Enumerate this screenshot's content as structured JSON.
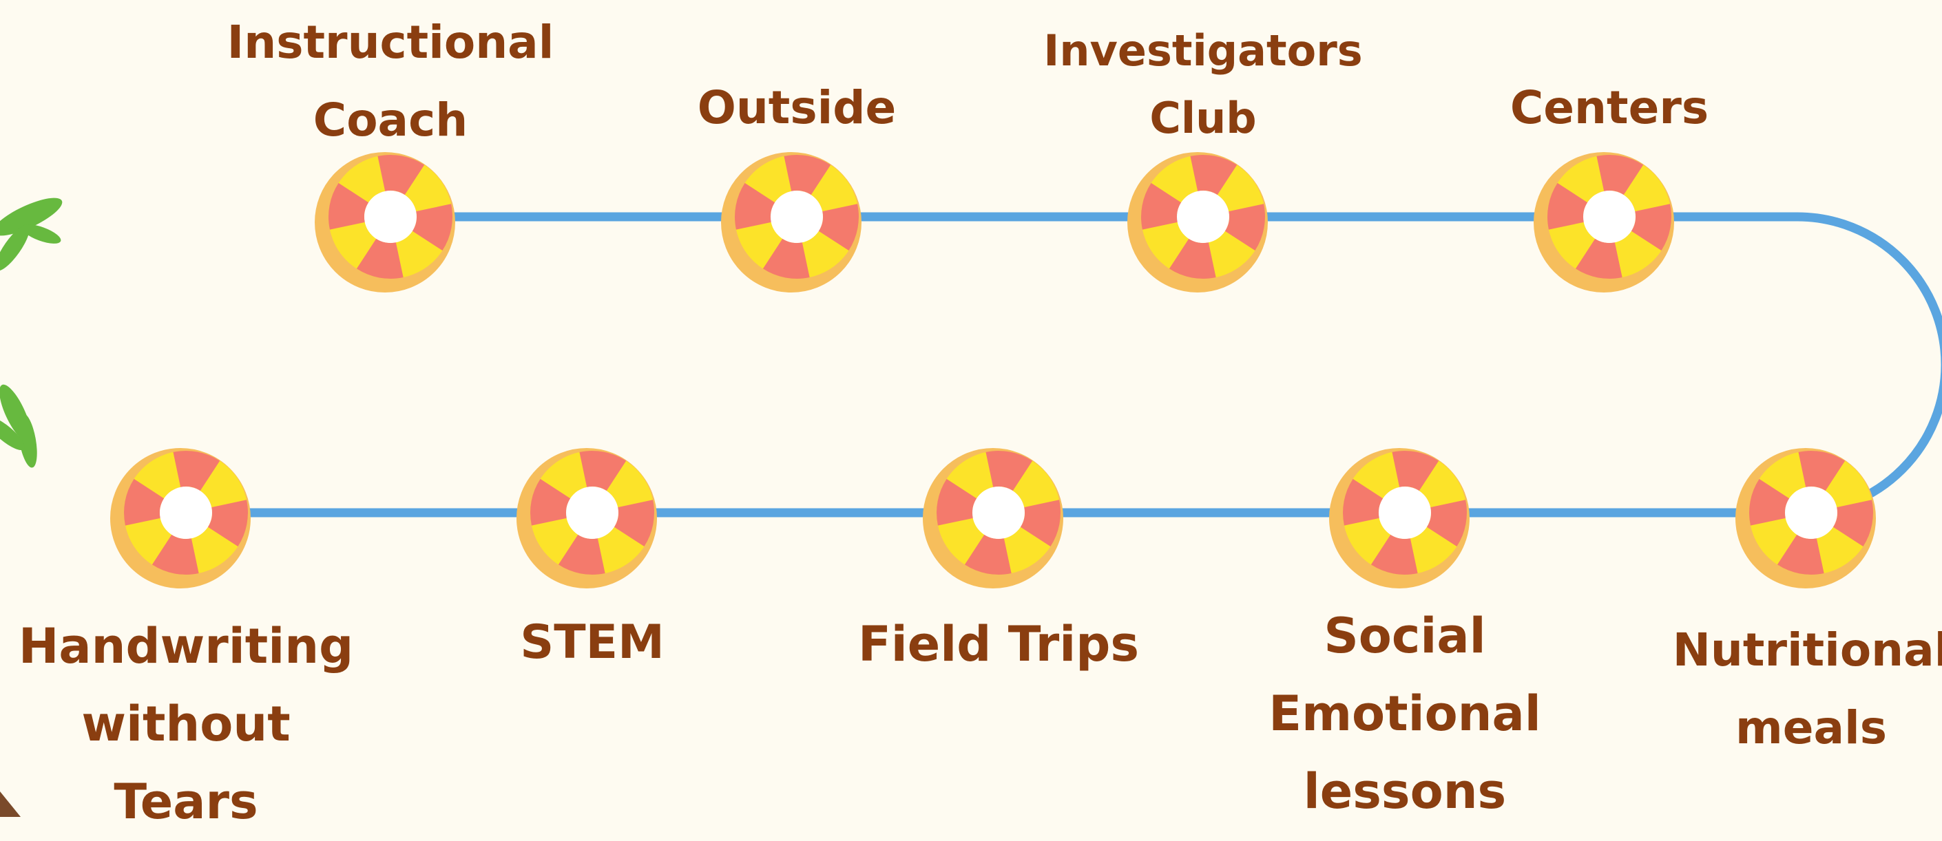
{
  "colors": {
    "background": "#FEFBF1",
    "path": "#5AA5E0",
    "text": "#8A3E10",
    "ring_shadow": "#F6BE5C",
    "ring_red": "#F47A6C",
    "ring_yellow": "#FCE329",
    "leaf": "#67B93F",
    "corner": "#7A4A2A"
  },
  "stops": [
    {
      "id": "instructional-coach",
      "lines": [
        "Instructional",
        "Coach"
      ]
    },
    {
      "id": "outside",
      "lines": [
        "Outside"
      ]
    },
    {
      "id": "investigators-club",
      "lines": [
        "Investigators",
        "Club"
      ]
    },
    {
      "id": "centers",
      "lines": [
        "Centers"
      ]
    },
    {
      "id": "nutritional-meals",
      "lines": [
        "Nutritional",
        "meals"
      ]
    },
    {
      "id": "social-emotional-lessons",
      "lines": [
        "Social",
        "Emotional",
        "lessons"
      ]
    },
    {
      "id": "field-trips",
      "lines": [
        "Field Trips"
      ]
    },
    {
      "id": "stem",
      "lines": [
        "STEM"
      ]
    },
    {
      "id": "handwriting-without-tears",
      "lines": [
        "Handwriting",
        "without",
        "Tears"
      ]
    }
  ]
}
